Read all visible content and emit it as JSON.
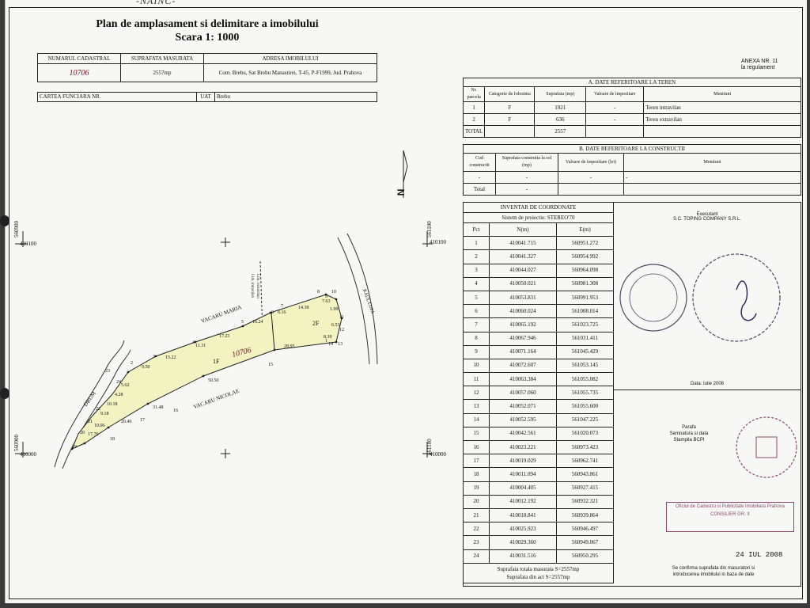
{
  "doc": {
    "scribble": "-NAINC-",
    "title_line1": "Plan de amplasament si delimitare a imobilului",
    "title_line2": "Scara 1: 1000",
    "anexa_line1": "ANEXA NR. 11",
    "anexa_line2": "la regulament"
  },
  "header_table": {
    "col1": "NUMARUL CADASTRAL",
    "col2": "SUPRAFATA MASURATA",
    "col3": "ADRESA IMOBILULUI",
    "cadastral_value": "10706",
    "surface_value": "2557mp",
    "address_value": "Com. Brebu, Sat Brebu Manastirei, T-45, P-F1999, Jud. Prahova",
    "carte_funciara": "CARTEA FUNCIARA NR.",
    "uat_label": "UAT",
    "uat_value": "Brebu"
  },
  "section_a": {
    "title": "A. DATE REFERITOARE LA TEREN",
    "headers": [
      "Nr. parcela",
      "Categorie de folosinta",
      "Suprafata (mp)",
      "Valoare de impozitare",
      "Mentiuni"
    ],
    "rows": [
      [
        "1",
        "F",
        "1921",
        "-",
        "Teren intravilan"
      ],
      [
        "2",
        "F",
        "636",
        "-",
        "Teren extravilan"
      ]
    ],
    "total_label": "TOTAL",
    "total_value": "2557"
  },
  "section_b": {
    "title": "B. DATE REFERITOARE LA CONSTRUCTII",
    "headers": [
      "Cod constructii",
      "Suprafata construita la sol (mp)",
      "Valoare de impozitare (lei)",
      "Mentiuni"
    ],
    "rows": [
      [
        "-",
        "-",
        "-",
        "-"
      ]
    ],
    "total_label": "Total",
    "total_value": "-"
  },
  "inventory": {
    "title": "INVENTAR DE COORDONATE",
    "system": "Sistem de proiectie: STEREO'70",
    "headers": [
      "Pct",
      "N(m)",
      "E(m)"
    ],
    "rows": [
      [
        "1",
        "410041.715",
        "560951.272"
      ],
      [
        "2",
        "410041.327",
        "560954.992"
      ],
      [
        "3",
        "410044.027",
        "560964.098"
      ],
      [
        "4",
        "410050.021",
        "560981.308"
      ],
      [
        "5",
        "410053.831",
        "560991.953"
      ],
      [
        "6",
        "410060.024",
        "561008.014"
      ],
      [
        "7",
        "410065.192",
        "561023.725"
      ],
      [
        "8",
        "410067.946",
        "561031.411"
      ],
      [
        "9",
        "410071.164",
        "561045.429"
      ],
      [
        "10",
        "410072.607",
        "561053.145"
      ],
      [
        "11",
        "410063.384",
        "561055.082"
      ],
      [
        "12",
        "410057.060",
        "561055.735"
      ],
      [
        "13",
        "410052.071",
        "561055.600"
      ],
      [
        "14",
        "410052.595",
        "561047.225"
      ],
      [
        "15",
        "410042.561",
        "561020.073"
      ],
      [
        "16",
        "410023.221",
        "560973.423"
      ],
      [
        "17",
        "410019.029",
        "560962.741"
      ],
      [
        "18",
        "410011.094",
        "560943.861"
      ],
      [
        "19",
        "410004.405",
        "560927.415"
      ],
      [
        "20",
        "410012.192",
        "560932.321"
      ],
      [
        "21",
        "410018.841",
        "560939.864"
      ],
      [
        "22",
        "410025.923",
        "560946.497"
      ],
      [
        "23",
        "410029.360",
        "560949.067"
      ],
      [
        "24",
        "410031.516",
        "560950.295"
      ]
    ],
    "footer_line1": "Suprafata totala masurata S=2557mp",
    "footer_line2": "Suprafata din act S=2557mp"
  },
  "right_panel": {
    "executant_label": "Executant",
    "executant_name": "S.C. TOPING COMPANY S.R.L.",
    "date": "Data: Iulie 2008",
    "parafa_line1": "Parafa",
    "parafa_line2": "Semnatura si data",
    "parafa_line3": "Stampila BCPI",
    "confirm_line1": "Se confirma suprafata din masuratori si",
    "confirm_line2": "introducerea imobilului in baza de date",
    "stamp_date": "24 IUL 2008",
    "stamp_box_line1": "Oficiul de Cadastru si Publicitate Imobiliara Prahova",
    "stamp_box_line2": "CONSILIER GR. II"
  },
  "map": {
    "coord_top_left": "410100",
    "coord_bottom_left": "410000",
    "coord_top_right": "410100",
    "coord_bottom_right": "410000",
    "coord_vertical_top_left": "560900",
    "coord_vertical_bottom_left": "560900",
    "coord_vertical_top_right": "561100",
    "coord_vertical_bottom_right": "561100",
    "north_label": "N",
    "road_label": "DRUM",
    "river_label": "RAUL LUPA",
    "neighbor_north": "VACARU MARIA",
    "neighbor_south": "VACARU NICOLAE",
    "intravilan_label": "Lim. intravilan",
    "extravilan_label": "Lim. extravilan",
    "parcel_1": "1F",
    "parcel_2": "2F",
    "parcel_handwritten": "10706",
    "sides": [
      "9.50",
      "15.22",
      "11.31",
      "17.21",
      "16.24",
      "6.16",
      "14.38",
      "7.63",
      "1.99",
      "6.53",
      "8.39",
      "28.95",
      "50.50",
      "31.48",
      "20.46",
      "17.76",
      "10.06",
      "9.18",
      "10.18",
      "4.28",
      "5.62"
    ],
    "point_labels": [
      "1",
      "2",
      "3",
      "4",
      "5",
      "6",
      "7",
      "8",
      "9",
      "10",
      "11",
      "12",
      "13",
      "14",
      "15",
      "16",
      "17",
      "18",
      "19",
      "20",
      "21",
      "22",
      "23",
      "24"
    ]
  }
}
